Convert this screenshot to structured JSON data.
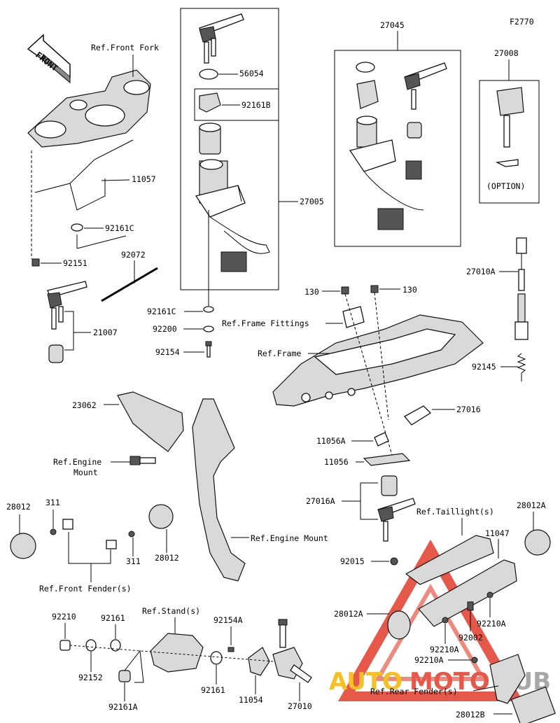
{
  "figure_code": "F2770",
  "direction_arrow": "FRONT",
  "option_note": "(OPTION)",
  "watermark": {
    "left": "AUTO",
    "middle": "MOTO",
    "right": "HUB",
    "colors": {
      "left": "#f5b400",
      "middle": "#e23b2a",
      "right": "#9a9a9a"
    }
  },
  "labels": {
    "ref_front_fork": "Ref.Front Fork",
    "p11057": "11057",
    "p92161c_a": "92161C",
    "p92151": "92151",
    "p92072": "92072",
    "p21007": "21007",
    "p56054": "56054",
    "p92161b": "92161B",
    "p27005": "27005",
    "p92161c_b": "92161C",
    "p92200": "92200",
    "p92154": "92154",
    "p27045": "27045",
    "p27008": "27008",
    "p27010a": "27010A",
    "p92145": "92145",
    "p130_a": "130",
    "p130_b": "130",
    "ref_frame_fittings": "Ref.Frame Fittings",
    "ref_frame": "Ref.Frame",
    "p27016": "27016",
    "p11056a": "11056A",
    "p11056": "11056",
    "p27016a": "27016A",
    "p23062": "23062",
    "ref_engine_mount_a": "Ref.Engine",
    "ref_engine_mount_b": "Mount",
    "ref_engine_mount_2": "Ref.Engine Mount",
    "p28012_a": "28012",
    "p311_a": "311",
    "p311_b": "311",
    "p28012_b": "28012",
    "ref_front_fender": "Ref.Front Fender(s)",
    "ref_taillight": "Ref.Taillight(s)",
    "p28012a_a": "28012A",
    "p11047": "11047",
    "p92015": "92015",
    "p28012a_b": "28012A",
    "p92210a_a": "92210A",
    "p92002": "92002",
    "p92210a_b": "92210A",
    "p92210a_c": "92210A",
    "ref_rear_fender": "Ref.Rear Fender(s)",
    "p28012b": "28012B",
    "p92210": "92210",
    "p92161_a": "92161",
    "ref_stand": "Ref.Stand(s)",
    "p92154a": "92154A",
    "p92152": "92152",
    "p92161a": "92161A",
    "p92161_b": "92161",
    "p11054": "11054",
    "p27010": "27010"
  }
}
